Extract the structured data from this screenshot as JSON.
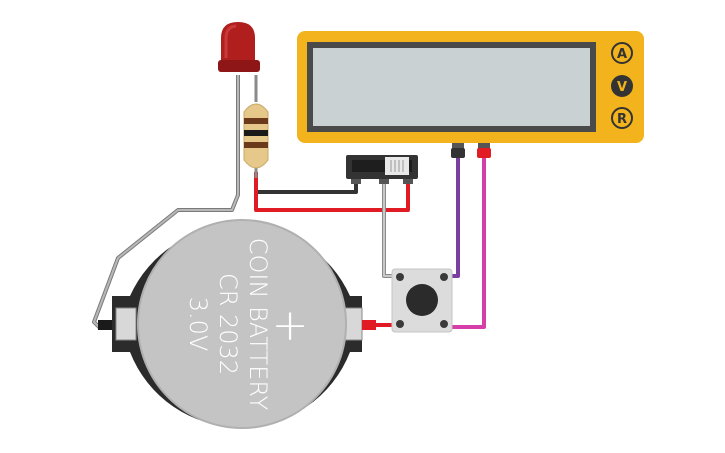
{
  "multimeter": {
    "modes": [
      {
        "key": "ammeter",
        "label": "A"
      },
      {
        "key": "voltmeter",
        "label": "V"
      },
      {
        "key": "ohmmeter",
        "label": "R"
      }
    ],
    "selected_mode": "voltmeter",
    "colors": {
      "body": "#f2b31c",
      "display": "#c9d1d3",
      "selected": "#333333"
    }
  },
  "battery": {
    "line1": "COIN BATTERY",
    "line2": "CR 2032",
    "line3": "3.0V",
    "plus_symbol": "+",
    "colors": {
      "body": "#c4c4c4",
      "holder": "#2b2b2b"
    }
  },
  "led": {
    "color": "#b01e1e"
  },
  "resistor": {
    "body_color": "#e6c98a",
    "band_colors": [
      "#6b3a1a",
      "#1a1a1a",
      "#6b3a1a"
    ]
  },
  "wires": {
    "black": "#333333",
    "red": "#e01b24",
    "gray": "#8a8a8a",
    "purple": "#7b3fa0",
    "magenta": "#d63fa8"
  }
}
